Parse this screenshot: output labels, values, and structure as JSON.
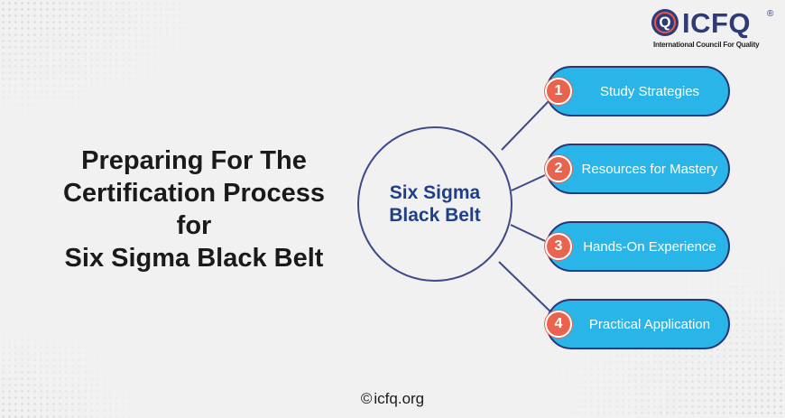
{
  "logo": {
    "wordmark": "ICFQ",
    "q_letter": "Q",
    "registered": "®",
    "tagline": "International Council For Quality"
  },
  "title": {
    "lines": [
      "Preparing For The",
      "Certification Process",
      "for",
      "Six Sigma Black Belt"
    ]
  },
  "hub": {
    "line1": "Six Sigma",
    "line2": "Black Belt"
  },
  "steps": [
    {
      "number": "1",
      "label": "Study Strategies"
    },
    {
      "number": "2",
      "label": "Resources for Mastery"
    },
    {
      "number": "3",
      "label": "Hands-On Experience"
    },
    {
      "number": "4",
      "label": "Practical Application"
    }
  ],
  "footer": {
    "copyright_symbol": "©",
    "site": "icfq.org"
  },
  "colors": {
    "pill": "#29b5e8",
    "badge": "#e9644f",
    "outline": "#27357a",
    "hub_text": "#1e3f8a"
  }
}
